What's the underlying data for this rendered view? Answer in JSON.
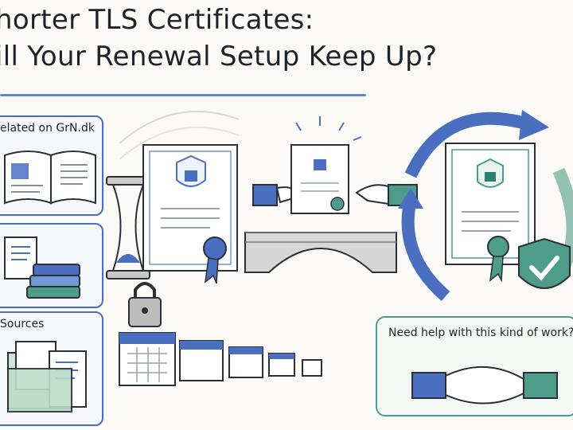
{
  "title": {
    "line1": "horter TLS Certificates:",
    "line2": "ill Your Renewal Setup Keep Up?"
  },
  "panels": {
    "related": "elated on GrN.dk",
    "sources": "Sources"
  },
  "help_box": {
    "text": "Need help with this kind of work?"
  },
  "colors": {
    "blue": "#4a6fc1",
    "green": "#4e9c8a",
    "ink": "#2b2f36"
  }
}
